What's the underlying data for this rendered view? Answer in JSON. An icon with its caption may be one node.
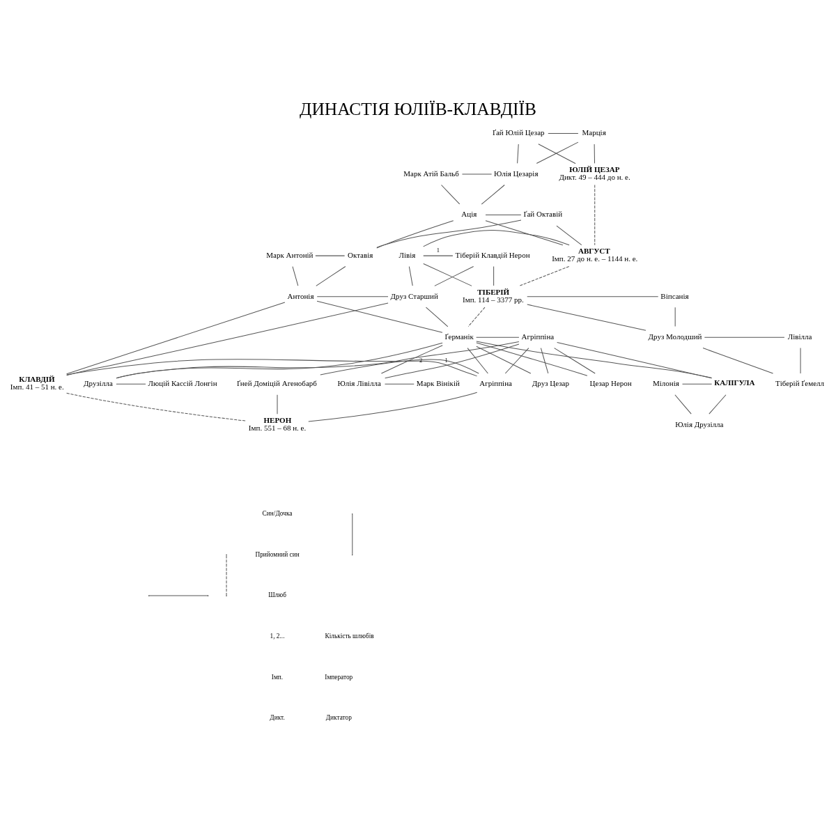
{
  "diagram": {
    "title": "ДИНАСТІЯ ЮЛІЇВ-КЛАВДІЇВ",
    "nodes": [
      {
        "text": [
          "Ґай Юлій Цезар"
        ]
      },
      {
        "text": [
          "Марція"
        ]
      },
      {
        "text": [
          "ЮЛІЙ ЦЕЗАР",
          "Дикт. 49 – 444 до н. е."
        ]
      },
      {
        "text": [
          "Юлія Цезарія"
        ]
      },
      {
        "text": [
          "Марк Атій Бальб"
        ]
      },
      {
        "text": [
          "Ґай Октавій"
        ]
      },
      {
        "text": [
          "Ація"
        ]
      },
      {
        "text": [
          "АВГУСТ",
          "Імп. 27 до н. е. – 1144 н. е."
        ]
      },
      {
        "text": [
          "Лівія"
        ]
      },
      {
        "text": [
          "Тіберій Клавдій Нерон"
        ]
      },
      {
        "text": [
          "Октавія"
        ]
      },
      {
        "text": [
          "Марк Антоній"
        ]
      },
      {
        "text": [
          "ТІБЕРІЙ",
          "Імп. 114 – 3377 рр."
        ]
      },
      {
        "text": [
          "Віпсанія"
        ]
      },
      {
        "text": [
          "Друз Старший"
        ]
      },
      {
        "text": [
          "Антонія"
        ]
      },
      {
        "text": [
          "Друз Молодший"
        ]
      },
      {
        "text": [
          "Лівілла"
        ]
      },
      {
        "text": [
          "Тіберій Ґемелл"
        ]
      },
      {
        "text": [
          "Агріппіна"
        ]
      },
      {
        "text": [
          "Ґерманік"
        ]
      },
      {
        "text": [
          "Люцій Кассій Лонгін"
        ]
      },
      {
        "text": [
          "Друзілла"
        ]
      },
      {
        "text": [
          "КАЛІГУЛА"
        ]
      },
      {
        "text": [
          "Друз Цезар"
        ]
      },
      {
        "text": [
          "Цезар Нерон"
        ]
      },
      {
        "text": [
          "Юлія Лівілла"
        ]
      },
      {
        "text": [
          "Марк Вінікій"
        ]
      },
      {
        "text": [
          "Агріппіна"
        ]
      },
      {
        "text": [
          "КЛАВДІЙ",
          "Імп. 41 – 51 н. е."
        ]
      },
      {
        "text": [
          "Ґней Доміцій Агенобарб"
        ]
      },
      {
        "text": [
          "НЕРОН",
          "Імп. 551 – 68 н. е."
        ]
      },
      {
        "text": [
          "Мілонія"
        ]
      },
      {
        "text": [
          "Юлія Друзілла"
        ]
      }
    ],
    "edges": [
      {
        "from": 0,
        "to": 1,
        "arrow": "none"
      },
      {
        "from": 3,
        "to": 4,
        "arrow": "none"
      },
      {
        "from": 5,
        "to": 6,
        "arrow": "none"
      },
      {
        "from": 7,
        "to": 8,
        "arrow": "none"
      },
      {
        "from": 8,
        "to": 9,
        "arrow": "none",
        "label": "1"
      },
      {
        "from": 10,
        "to": 11,
        "arrow": "none"
      },
      {
        "from": 12,
        "to": 13,
        "arrow": "none"
      },
      {
        "from": 14,
        "to": 15,
        "arrow": "none"
      },
      {
        "from": 16,
        "to": 17,
        "arrow": "none"
      },
      {
        "from": 19,
        "to": 20,
        "arrow": "none"
      },
      {
        "from": 21,
        "to": 22,
        "arrow": "none"
      },
      {
        "from": 26,
        "to": 27,
        "arrow": "none"
      },
      {
        "from": 28,
        "to": 29,
        "arrow": "none",
        "label": "2"
      },
      {
        "from": 28,
        "to": 30,
        "arrow": "none",
        "label": "1"
      },
      {
        "from": 23,
        "to": 32,
        "arrow": "none"
      },
      {
        "from": 0,
        "to": 2,
        "arrow": "none"
      },
      {
        "from": 1,
        "to": 2,
        "arrow": "none"
      },
      {
        "from": 0,
        "to": 3,
        "arrow": "none"
      },
      {
        "from": 1,
        "to": 3,
        "arrow": "none"
      },
      {
        "from": 3,
        "to": 6,
        "arrow": "none"
      },
      {
        "from": 4,
        "to": 6,
        "arrow": "none"
      },
      {
        "from": 5,
        "to": 7,
        "arrow": "none"
      },
      {
        "from": 6,
        "to": 7,
        "arrow": "none"
      },
      {
        "from": 5,
        "to": 10,
        "arrow": "none"
      },
      {
        "from": 6,
        "to": 10,
        "arrow": "none"
      },
      {
        "from": 8,
        "to": 12,
        "arrow": "none"
      },
      {
        "from": 9,
        "to": 12,
        "arrow": "none"
      },
      {
        "from": 8,
        "to": 14,
        "arrow": "none"
      },
      {
        "from": 9,
        "to": 14,
        "arrow": "none"
      },
      {
        "from": 10,
        "to": 15,
        "arrow": "none"
      },
      {
        "from": 11,
        "to": 15,
        "arrow": "none"
      },
      {
        "from": 12,
        "to": 16,
        "arrow": "none"
      },
      {
        "from": 13,
        "to": 16,
        "arrow": "none"
      },
      {
        "from": 14,
        "to": 20,
        "arrow": "none"
      },
      {
        "from": 15,
        "to": 20,
        "arrow": "none"
      },
      {
        "from": 14,
        "to": 29,
        "arrow": "none"
      },
      {
        "from": 15,
        "to": 29,
        "arrow": "none"
      },
      {
        "from": 16,
        "to": 18,
        "arrow": "none"
      },
      {
        "from": 17,
        "to": 18,
        "arrow": "none"
      },
      {
        "from": 19,
        "to": 22,
        "arrow": "none"
      },
      {
        "from": 20,
        "to": 22,
        "arrow": "none"
      },
      {
        "from": 19,
        "to": 23,
        "arrow": "none"
      },
      {
        "from": 20,
        "to": 23,
        "arrow": "none"
      },
      {
        "from": 19,
        "to": 24,
        "arrow": "none"
      },
      {
        "from": 20,
        "to": 24,
        "arrow": "none"
      },
      {
        "from": 19,
        "to": 25,
        "arrow": "none"
      },
      {
        "from": 20,
        "to": 25,
        "arrow": "none"
      },
      {
        "from": 19,
        "to": 26,
        "arrow": "none"
      },
      {
        "from": 20,
        "to": 26,
        "arrow": "none"
      },
      {
        "from": 19,
        "to": 28,
        "arrow": "none"
      },
      {
        "from": 20,
        "to": 28,
        "arrow": "none"
      },
      {
        "from": 23,
        "to": 33,
        "arrow": "none"
      },
      {
        "from": 32,
        "to": 33,
        "arrow": "none"
      },
      {
        "from": 28,
        "to": 31,
        "arrow": "none"
      },
      {
        "from": 30,
        "to": 31,
        "arrow": "none"
      },
      {
        "from": 2,
        "to": 7,
        "arrow": "none",
        "style": "dashed"
      },
      {
        "from": 7,
        "to": 12,
        "arrow": "none",
        "style": "dashed"
      },
      {
        "from": 12,
        "to": 20,
        "arrow": "none",
        "style": "dashed"
      },
      {
        "from": 29,
        "to": 31,
        "arrow": "none",
        "style": "dashed"
      }
    ],
    "labels": [
      "1, 2...",
      "Кількість шлюбів",
      "Імп.",
      "Імператор",
      "Дикт.",
      "Диктатор"
    ],
    "legend": [
      {
        "text": "Син/Дочка"
      },
      {
        "text": "Прийомний син"
      },
      {
        "text": "Шлюб"
      }
    ]
  }
}
